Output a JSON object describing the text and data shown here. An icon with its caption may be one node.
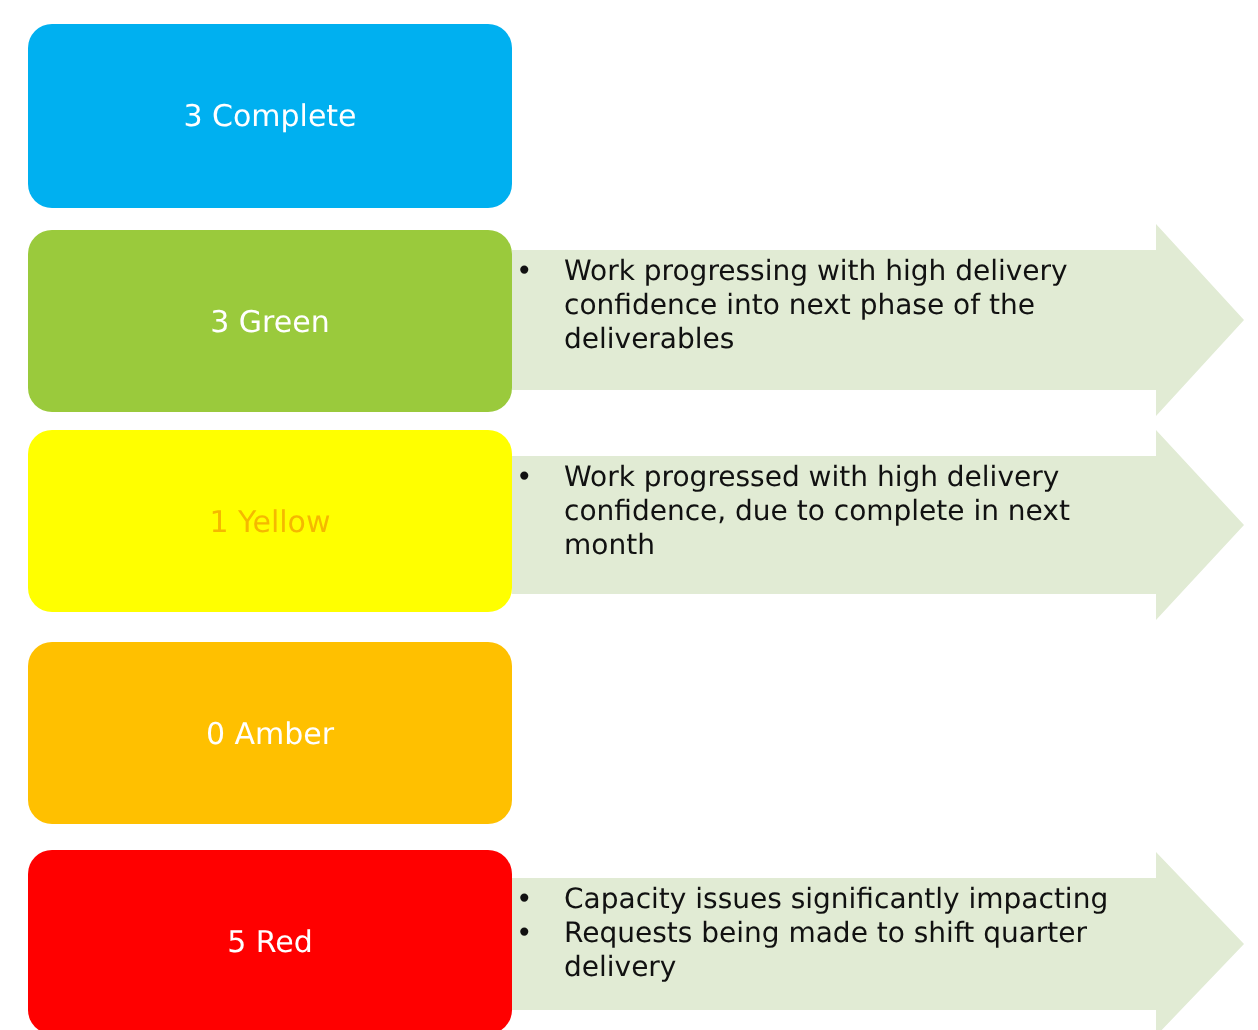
{
  "diagram": {
    "nodes": [
      {
        "text": [
          "3 Complete"
        ]
      },
      {
        "text": [
          "3 Green"
        ]
      },
      {
        "text": [
          "Work progressing with high delivery confidence into next phase of the deliverables"
        ]
      },
      {
        "text": [
          "1 Yellow"
        ]
      },
      {
        "text": [
          "Work progressed with high delivery confidence, due to complete in next month"
        ]
      },
      {
        "text": [
          "0 Amber"
        ]
      },
      {
        "text": [
          "5 Red"
        ]
      },
      {
        "text": [
          "Capacity issues significantly impacting",
          "Requests being made to shift quarter delivery"
        ]
      }
    ],
    "labels": [
      "•",
      "•",
      "•",
      "•"
    ]
  }
}
